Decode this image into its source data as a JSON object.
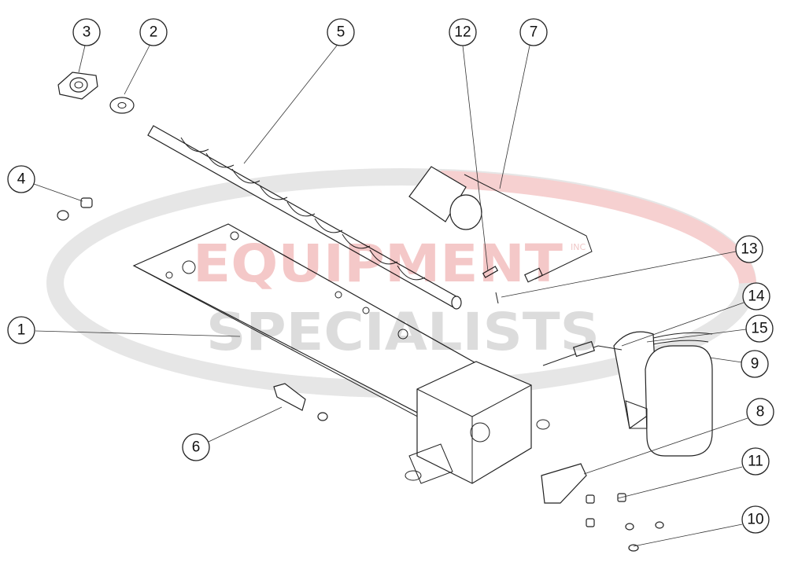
{
  "watermark": {
    "line1": "EQUIPMENT",
    "line2": "SPECIALISTS",
    "suffix": "INC",
    "colors": {
      "red": "#f4c8c8",
      "grey": "#dcdcdc"
    }
  },
  "callouts": [
    {
      "id": "1",
      "label": "1"
    },
    {
      "id": "2",
      "label": "2"
    },
    {
      "id": "3",
      "label": "3"
    },
    {
      "id": "4",
      "label": "4"
    },
    {
      "id": "5",
      "label": "5"
    },
    {
      "id": "6",
      "label": "6"
    },
    {
      "id": "7",
      "label": "7"
    },
    {
      "id": "8",
      "label": "8"
    },
    {
      "id": "9",
      "label": "9"
    },
    {
      "id": "10",
      "label": "10"
    },
    {
      "id": "11",
      "label": "11"
    },
    {
      "id": "12",
      "label": "12"
    },
    {
      "id": "13",
      "label": "13"
    },
    {
      "id": "14",
      "label": "14"
    },
    {
      "id": "15",
      "label": "15"
    }
  ]
}
